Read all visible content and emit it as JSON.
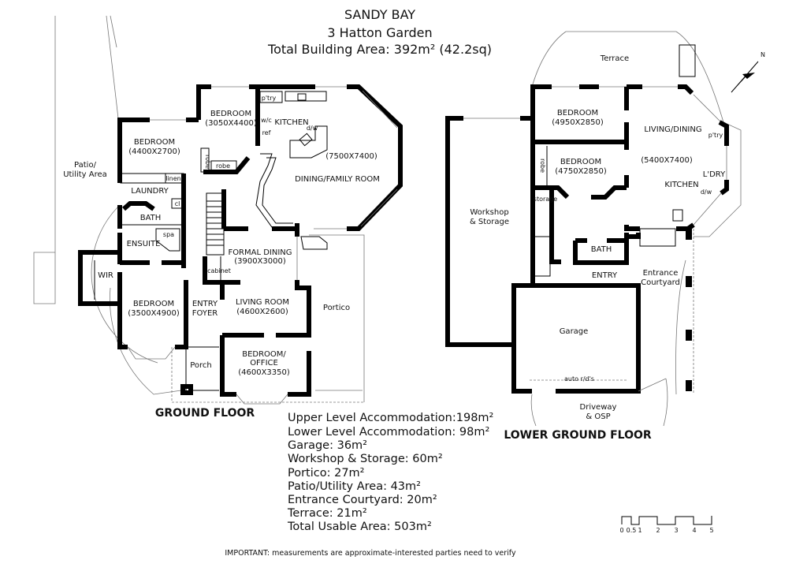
{
  "header": {
    "suburb": "SANDY BAY",
    "address": "3 Hatton Garden",
    "total_building_area": "Total Building Area: 392m² (42.2sq)"
  },
  "ground_floor": {
    "title": "GROUND FLOOR",
    "rooms": {
      "bedroom_1": {
        "name": "BEDROOM",
        "size": "(4400X2700)"
      },
      "bedroom_2": {
        "name": "BEDROOM",
        "size": "(3050X4400)"
      },
      "kitchen": "KITCHEN",
      "pantry": "p'try",
      "wc": "w/c",
      "ref": "ref",
      "dw": "d/w",
      "dining_family": {
        "name": "DINING/FAMILY ROOM",
        "size": "(7500X7400)"
      },
      "patio": [
        "Patio/",
        "Utility Area"
      ],
      "robe_a": "robe",
      "robe_b": "robe",
      "linen": "linen",
      "laundry": "LAUNDRY",
      "cl": "cl",
      "bath": "BATH",
      "spa": "spa",
      "ensuite": "ENSUITE",
      "wir": "WIR",
      "bedroom_3": {
        "name": "BEDROOM",
        "size": "(3500X4900)"
      },
      "entry_foyer": [
        "ENTRY",
        "FOYER"
      ],
      "formal_dining": {
        "name": "FORMAL DINING",
        "size": "(3900X3000)"
      },
      "cabinet": "cabinet",
      "living_room": {
        "name": "LIVING ROOM",
        "size": "(4600X2600)"
      },
      "portico": "Portico",
      "bedroom_office": {
        "name": [
          "BEDROOM/",
          "OFFICE"
        ],
        "size": "(4600X3350)"
      },
      "porch": "Porch"
    }
  },
  "lower_ground_floor": {
    "title": "LOWER GROUND FLOOR",
    "rooms": {
      "terrace": "Terrace",
      "bedroom_1": {
        "name": "BEDROOM",
        "size": "(4950X2850)"
      },
      "bedroom_2": {
        "name": "BEDROOM",
        "size": "(4750X2850)"
      },
      "robe": "robe",
      "living_dining": {
        "name": "LIVING/DINING",
        "size": "(5400X7400)"
      },
      "pantry": "p'try",
      "laundry": "L'DRY",
      "kitchen": "KITCHEN",
      "dw": "d/w",
      "workshop": [
        "Workshop",
        "& Storage"
      ],
      "storage": "storage",
      "bath": "BATH",
      "entry": "ENTRY",
      "courtyard": [
        "Entrance",
        "Courtyard"
      ],
      "garage": "Garage",
      "auto_doors": "auto r/d's",
      "driveway": [
        "Driveway",
        "& OSP"
      ]
    }
  },
  "summary": [
    "Upper Level Accommodation:198m²",
    "Lower Level Accommodation: 98m²",
    "Garage: 36m²",
    "Workshop & Storage: 60m²",
    "Portico: 27m²",
    "Patio/Utility Area: 43m²",
    "Entrance Courtyard: 20m²",
    "Terrace: 21m²",
    "Total Usable Area: 503m²"
  ],
  "scale_bar": {
    "ticks": [
      "0",
      "0.5",
      "1",
      "2",
      "3",
      "4",
      "5"
    ]
  },
  "north_arrow": {
    "label": "N",
    "icon": "north-arrow-icon"
  },
  "disclaimer": "IMPORTANT: measurements are approximate-interested parties need to verify"
}
